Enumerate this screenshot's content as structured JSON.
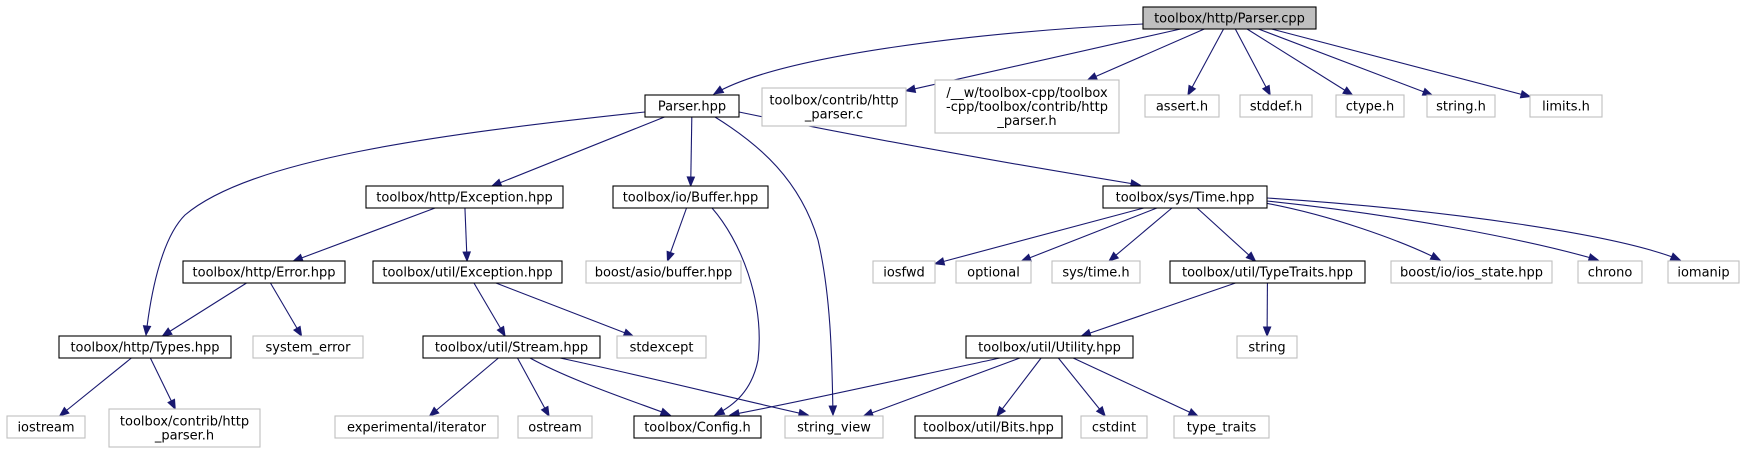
{
  "graph": {
    "colors": {
      "edge": "#191970",
      "root_fill": "#bfbfbf",
      "root_stroke": "#000000",
      "documented_fill": "#ffffff",
      "documented_stroke": "#000000",
      "external_fill": "#ffffff",
      "external_stroke": "#bfbfbf",
      "text": "#000000"
    },
    "nodes": [
      {
        "id": "parser_cpp",
        "lines": [
          "toolbox/http/Parser.cpp"
        ],
        "kind": "root"
      },
      {
        "id": "parser_hpp",
        "lines": [
          "Parser.hpp"
        ],
        "kind": "documented"
      },
      {
        "id": "http_parser_c",
        "lines": [
          "toolbox/contrib/http",
          "_parser.c"
        ],
        "kind": "external"
      },
      {
        "id": "http_parser_h_abs",
        "lines": [
          "/__w/toolbox-cpp/toolbox",
          "-cpp/toolbox/contrib/http",
          "_parser.h"
        ],
        "kind": "external"
      },
      {
        "id": "assert_h",
        "lines": [
          "assert.h"
        ],
        "kind": "external"
      },
      {
        "id": "stddef_h",
        "lines": [
          "stddef.h"
        ],
        "kind": "external"
      },
      {
        "id": "ctype_h",
        "lines": [
          "ctype.h"
        ],
        "kind": "external"
      },
      {
        "id": "string_h",
        "lines": [
          "string.h"
        ],
        "kind": "external"
      },
      {
        "id": "limits_h",
        "lines": [
          "limits.h"
        ],
        "kind": "external"
      },
      {
        "id": "http_exception",
        "lines": [
          "toolbox/http/Exception.hpp"
        ],
        "kind": "documented"
      },
      {
        "id": "io_buffer",
        "lines": [
          "toolbox/io/Buffer.hpp"
        ],
        "kind": "documented"
      },
      {
        "id": "sys_time",
        "lines": [
          "toolbox/sys/Time.hpp"
        ],
        "kind": "documented"
      },
      {
        "id": "http_error",
        "lines": [
          "toolbox/http/Error.hpp"
        ],
        "kind": "documented"
      },
      {
        "id": "util_exception",
        "lines": [
          "toolbox/util/Exception.hpp"
        ],
        "kind": "documented"
      },
      {
        "id": "boost_asio_buffer",
        "lines": [
          "boost/asio/buffer.hpp"
        ],
        "kind": "external"
      },
      {
        "id": "iosfwd",
        "lines": [
          "iosfwd"
        ],
        "kind": "external"
      },
      {
        "id": "optional",
        "lines": [
          "optional"
        ],
        "kind": "external"
      },
      {
        "id": "sys_time_h",
        "lines": [
          "sys/time.h"
        ],
        "kind": "external"
      },
      {
        "id": "util_typetraits",
        "lines": [
          "toolbox/util/TypeTraits.hpp"
        ],
        "kind": "documented"
      },
      {
        "id": "boost_ios_state",
        "lines": [
          "boost/io/ios_state.hpp"
        ],
        "kind": "external"
      },
      {
        "id": "chrono",
        "lines": [
          "chrono"
        ],
        "kind": "external"
      },
      {
        "id": "iomanip",
        "lines": [
          "iomanip"
        ],
        "kind": "external"
      },
      {
        "id": "http_types",
        "lines": [
          "toolbox/http/Types.hpp"
        ],
        "kind": "documented"
      },
      {
        "id": "system_error",
        "lines": [
          "system_error"
        ],
        "kind": "external"
      },
      {
        "id": "util_stream",
        "lines": [
          "toolbox/util/Stream.hpp"
        ],
        "kind": "documented"
      },
      {
        "id": "stdexcept",
        "lines": [
          "stdexcept"
        ],
        "kind": "external"
      },
      {
        "id": "util_utility",
        "lines": [
          "toolbox/util/Utility.hpp"
        ],
        "kind": "documented"
      },
      {
        "id": "string",
        "lines": [
          "string"
        ],
        "kind": "external"
      },
      {
        "id": "iostream",
        "lines": [
          "iostream"
        ],
        "kind": "external"
      },
      {
        "id": "http_parser_h",
        "lines": [
          "toolbox/contrib/http",
          "_parser.h"
        ],
        "kind": "external"
      },
      {
        "id": "experimental_iterator",
        "lines": [
          "experimental/iterator"
        ],
        "kind": "external"
      },
      {
        "id": "ostream",
        "lines": [
          "ostream"
        ],
        "kind": "external"
      },
      {
        "id": "config_h",
        "lines": [
          "toolbox/Config.h"
        ],
        "kind": "documented"
      },
      {
        "id": "string_view",
        "lines": [
          "string_view"
        ],
        "kind": "external"
      },
      {
        "id": "util_bits",
        "lines": [
          "toolbox/util/Bits.hpp"
        ],
        "kind": "documented"
      },
      {
        "id": "cstdint",
        "lines": [
          "cstdint"
        ],
        "kind": "external"
      },
      {
        "id": "type_traits",
        "lines": [
          "type_traits"
        ],
        "kind": "external"
      }
    ],
    "edges": [
      [
        "parser_cpp",
        "parser_hpp"
      ],
      [
        "parser_cpp",
        "http_parser_c"
      ],
      [
        "parser_cpp",
        "http_parser_h_abs"
      ],
      [
        "parser_cpp",
        "assert_h"
      ],
      [
        "parser_cpp",
        "stddef_h"
      ],
      [
        "parser_cpp",
        "ctype_h"
      ],
      [
        "parser_cpp",
        "string_h"
      ],
      [
        "parser_cpp",
        "limits_h"
      ],
      [
        "parser_hpp",
        "http_exception"
      ],
      [
        "parser_hpp",
        "io_buffer"
      ],
      [
        "parser_hpp",
        "sys_time"
      ],
      [
        "parser_hpp",
        "http_types"
      ],
      [
        "parser_hpp",
        "string_view"
      ],
      [
        "http_exception",
        "http_error"
      ],
      [
        "http_exception",
        "util_exception"
      ],
      [
        "io_buffer",
        "boost_asio_buffer"
      ],
      [
        "io_buffer",
        "config_h"
      ],
      [
        "sys_time",
        "iosfwd"
      ],
      [
        "sys_time",
        "optional"
      ],
      [
        "sys_time",
        "sys_time_h"
      ],
      [
        "sys_time",
        "util_typetraits"
      ],
      [
        "sys_time",
        "boost_ios_state"
      ],
      [
        "sys_time",
        "chrono"
      ],
      [
        "sys_time",
        "iomanip"
      ],
      [
        "http_error",
        "http_types"
      ],
      [
        "http_error",
        "system_error"
      ],
      [
        "util_exception",
        "util_stream"
      ],
      [
        "util_exception",
        "stdexcept"
      ],
      [
        "util_typetraits",
        "util_utility"
      ],
      [
        "util_typetraits",
        "string"
      ],
      [
        "http_types",
        "iostream"
      ],
      [
        "http_types",
        "http_parser_h"
      ],
      [
        "util_stream",
        "experimental_iterator"
      ],
      [
        "util_stream",
        "ostream"
      ],
      [
        "util_stream",
        "config_h"
      ],
      [
        "util_stream",
        "string_view"
      ],
      [
        "util_utility",
        "config_h"
      ],
      [
        "util_utility",
        "string_view"
      ],
      [
        "util_utility",
        "util_bits"
      ],
      [
        "util_utility",
        "cstdint"
      ],
      [
        "util_utility",
        "type_traits"
      ]
    ]
  }
}
